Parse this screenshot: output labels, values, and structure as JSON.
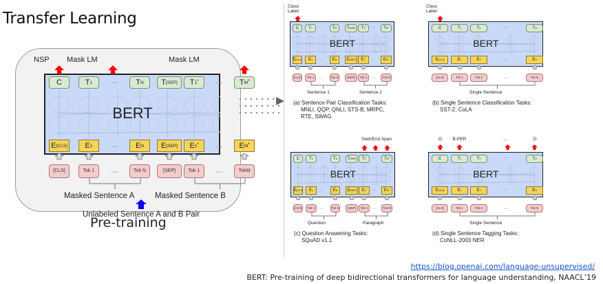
{
  "slide": {
    "title": "Transfer Learning",
    "source_link": "https://blog.openai.com/language-unsupervised/",
    "reference": "BERT: Pre-training of deep bidirectional transformers for language understanding, NAACL’19"
  },
  "pretraining": {
    "panel_caption": "Pre-training",
    "model_label": "BERT",
    "top_labels": [
      "NSP",
      "Mask LM",
      "Mask LM"
    ],
    "output_tokens": [
      "C",
      "T1",
      "...",
      "TN",
      "T[SEP]",
      "T1'",
      "...",
      "TM'"
    ],
    "embedding_tokens": [
      "E[CLS]",
      "E1",
      "...",
      "EN",
      "E[SEP]",
      "E1'",
      "...",
      "EM'"
    ],
    "input_tokens": [
      "[CLS]",
      "Tok 1",
      "...",
      "Tok N",
      "[SEP]",
      "Tok 1",
      "...",
      "TokM"
    ],
    "sentence_a_label": "Masked Sentence A",
    "sentence_b_label": "Masked Sentence B",
    "input_label": "Unlabeled Sentence A and B Pair",
    "colors": {
      "output": "#d9ead3",
      "embedding": "#f6d45a",
      "input": "#f4cccc",
      "bert": "#c9daf8",
      "task_arrow": "#ff0000",
      "input_arrow": "#0000ee"
    }
  },
  "finetuning": [
    {
      "id": "a",
      "model_label": "BERT",
      "top_label": "Class Label",
      "output_tokens": [
        "C",
        "T1",
        "...",
        "TN",
        "T[SEP]",
        "T1'",
        "...",
        "TM'"
      ],
      "embedding_tokens": [
        "E[CLS]",
        "E1",
        "...",
        "EN",
        "E[SEP]",
        "E1'",
        "...",
        "EM'"
      ],
      "input_tokens": [
        "[CLS]",
        "Tok 1",
        "...",
        "Tok N",
        "[SEP]",
        "Tok 1",
        "...",
        "Tok M"
      ],
      "group_labels": [
        "Sentence 1",
        "Sentence 2"
      ],
      "caption": "(a) Sentence Pair Classification Tasks:",
      "tasks": "MNLI, QQP, QNLI, STS-B, MRPC,\nRTE, SWAG"
    },
    {
      "id": "b",
      "model_label": "BERT",
      "top_label": "Class Label",
      "output_tokens": [
        "C",
        "T1",
        "T2",
        "...",
        "TN"
      ],
      "embedding_tokens": [
        "E[CLS]",
        "E1",
        "E2",
        "...",
        "EN"
      ],
      "input_tokens": [
        "[CLS]",
        "Tok 1",
        "Tok 2",
        "...",
        "Tok N"
      ],
      "group_labels": [
        "Single Sentence"
      ],
      "caption": "(b) Single Sentence Classification Tasks:",
      "tasks": "SST-2, CoLA"
    },
    {
      "id": "c",
      "model_label": "BERT",
      "top_label": "Start/End Span",
      "output_tokens": [
        "C",
        "T1",
        "...",
        "TN",
        "T[SEP]",
        "T1'",
        "...",
        "TM'"
      ],
      "embedding_tokens": [
        "E[CLS]",
        "E1",
        "...",
        "EN",
        "E[SEP]",
        "E1'",
        "...",
        "EM'"
      ],
      "input_tokens": [
        "[CLS]",
        "Tok 1",
        "...",
        "Tok N",
        "[SEP]",
        "Tok 1",
        "...",
        "Tok M"
      ],
      "group_labels": [
        "Question",
        "Paragraph"
      ],
      "caption": "(c) Question Answering Tasks:",
      "tasks": "SQuAD v1.1"
    },
    {
      "id": "d",
      "model_label": "BERT",
      "top_labels": [
        "O",
        "B-PER",
        "...",
        "O"
      ],
      "output_tokens": [
        "C",
        "T1",
        "T2",
        "...",
        "TN"
      ],
      "embedding_tokens": [
        "E[CLS]",
        "E1",
        "E2",
        "...",
        "EN"
      ],
      "input_tokens": [
        "[CLS]",
        "Tok 1",
        "Tok 2",
        "...",
        "Tok N"
      ],
      "group_labels": [
        "Single Sentence"
      ],
      "caption": "(d) Single Sentence Tagging Tasks:",
      "tasks": "CoNLL-2003 NER"
    }
  ]
}
